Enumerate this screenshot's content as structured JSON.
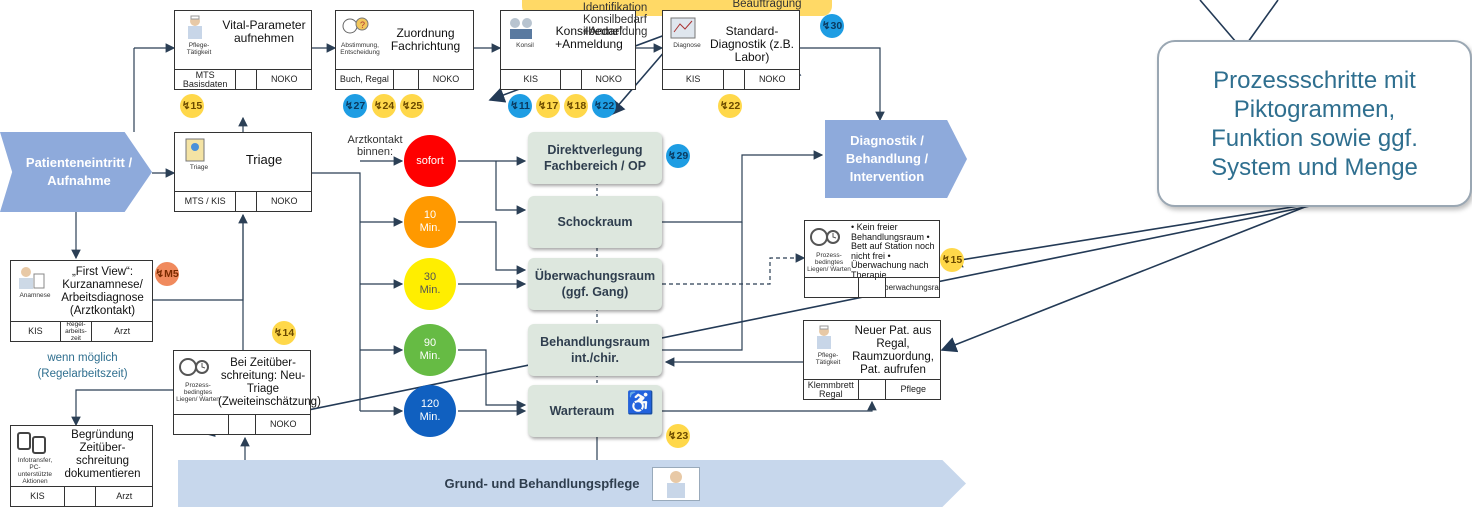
{
  "entry": "Patienteneintritt / Aufnahme",
  "diagnostik": "Diagnostik / Behandlung / Intervention",
  "grundpflege": "Grund- und Behandlungspflege",
  "arztkontakt_label": "Arztkontakt binnen:",
  "wenn_moeglich": "wenn möglich (Regelarbeitszeit)",
  "callout": "Prozessschritte mit Piktogrammen, Funktion sowie ggf. System und Menge",
  "yellow_callout": {
    "line1": "Identifikation",
    "line2": "Konsilbedarf",
    "line3": "+Anmeldung",
    "beauftragung_top": "Beauftragung"
  },
  "steps": {
    "vital": {
      "title": "Vital-Parameter aufnehmen",
      "caption": "Pflege-Tätigkeit",
      "f1": "MTS Basisdaten",
      "f2": "",
      "f3": "NOKO"
    },
    "zuord": {
      "title": "Zuordnung Fachrichtung",
      "caption": "Abstimmung, Entscheidung",
      "f1": "Buch, Regal",
      "f2": "",
      "f3": "NOKO"
    },
    "konsil": {
      "title": "Konsilbedarf +Anmeldung",
      "caption": "Konsil",
      "f1": "KIS",
      "f2": "",
      "f3": "NOKO"
    },
    "diag": {
      "title": "Standard-Diagnostik (z.B. Labor)",
      "caption": "Diagnose",
      "f1": "KIS",
      "f2": "",
      "f3": "NOKO"
    },
    "triage": {
      "title": "Triage",
      "caption": "Triage",
      "f1": "MTS / KIS",
      "f2": "",
      "f3": "NOKO"
    },
    "firstview": {
      "title": "„First View“: Kurzanamnese/ Arbeitsdiagnose (Arztkontakt)",
      "caption": "Anamnese",
      "f1": "KIS",
      "f2": "Regel-arbeits-zeit",
      "f3": "Arzt"
    },
    "neutriage": {
      "title": "Bei Zeitüber-schreitung: Neu-Triage (Zweiteinschätzung)",
      "caption": "Prozess-bedingtes Liegen/ Warten",
      "f1": "",
      "f2": "",
      "f3": "NOKO"
    },
    "begruendung": {
      "title": "Begründung Zeitüber-schreitung dokumentieren",
      "caption": "Infotransfer, PC-unterstützte Aktionen",
      "f1": "KIS",
      "f2": "",
      "f3": "Arzt"
    },
    "keinfrei": {
      "title": "• Kein freier Behandlungsraum • Bett auf Station noch nicht frei • Überwachung nach Therapie",
      "caption": "Prozess-bedingtes Liegen/ Warten",
      "f1": "",
      "f2": "",
      "f3": "*Überwachungsraum"
    },
    "neuerpat": {
      "title": "Neuer Pat. aus Regal, Raumzuordung, Pat. aufrufen",
      "caption": "Pflege-Tätigkeit",
      "f1": "Klemmbrett Regal",
      "f2": "",
      "f3": "Pflege"
    }
  },
  "circles": [
    {
      "label": "sofort",
      "color": "#ff0000"
    },
    {
      "label": "10 Min.",
      "color": "#ff9900"
    },
    {
      "label": "30 Min.",
      "color": "#ffee00"
    },
    {
      "label": "90 Min.",
      "color": "#66bb44"
    },
    {
      "label": "120 Min.",
      "color": "#1060c0"
    }
  ],
  "rooms": {
    "direkt": "Direktverlegung Fachbereich / OP",
    "schock": "Schockraum",
    "ueberw": "Überwachungsraum (ggf. Gang)",
    "behand": "Behandlungsraum int./chir.",
    "warte": "Warteraum"
  },
  "badges": [
    {
      "label": "15",
      "kind": "y"
    },
    {
      "label": "27",
      "kind": "b"
    },
    {
      "label": "24",
      "kind": "y"
    },
    {
      "label": "25",
      "kind": "y"
    },
    {
      "label": "11",
      "kind": "b"
    },
    {
      "label": "17",
      "kind": "y"
    },
    {
      "label": "18",
      "kind": "y"
    },
    {
      "label": "22",
      "kind": "b"
    },
    {
      "label": "22",
      "kind": "y"
    },
    {
      "label": "30",
      "kind": "b"
    },
    {
      "label": "29",
      "kind": "b"
    },
    {
      "label": "M5",
      "kind": "o"
    },
    {
      "label": "14",
      "kind": "y"
    },
    {
      "label": "15",
      "kind": "y"
    },
    {
      "label": "23",
      "kind": "y"
    }
  ],
  "colors": {
    "chevron": "#8eaadb",
    "room": "#dde7de",
    "callout_text": "#2f6f8f",
    "badge_yellow": "#ffd84a",
    "badge_blue": "#1e9de3"
  }
}
